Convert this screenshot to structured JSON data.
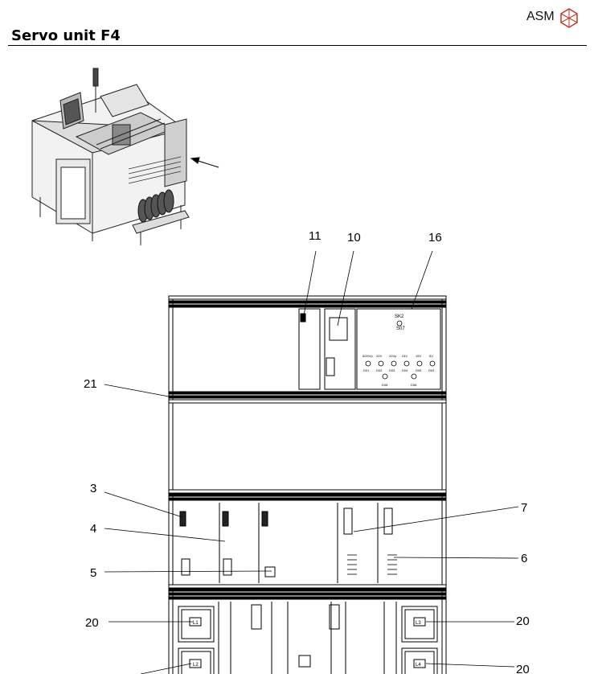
{
  "header": {
    "brand": "ASM",
    "title": "Servo unit F4"
  },
  "callouts": {
    "c11": "11",
    "c10": "10",
    "c16": "16",
    "c21": "21",
    "c3": "3",
    "c4": "4",
    "c7": "7",
    "c5": "5",
    "c6": "6",
    "c20a": "20",
    "c20b": "20",
    "c20c": "20"
  },
  "fuse_labels": {
    "l1": "L1",
    "l2": "L2",
    "l3": "L3",
    "l4": "L4"
  },
  "icons": {
    "logo": "asm-cube-logo-icon"
  }
}
